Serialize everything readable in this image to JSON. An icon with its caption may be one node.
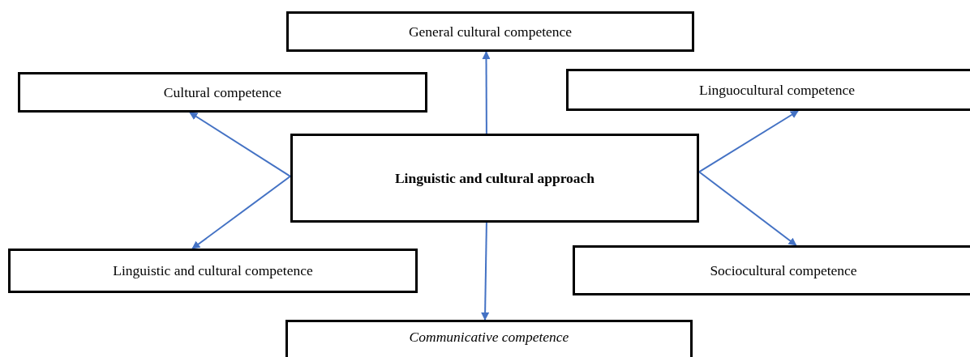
{
  "diagram": {
    "nodes": [
      {
        "text": [
          "General cultural competence"
        ]
      },
      {
        "text": [
          "Cultural competence"
        ]
      },
      {
        "text": [
          "Linguocultural competence"
        ]
      },
      {
        "text": [
          "Linguistic and cultural approach"
        ]
      },
      {
        "text": [
          "Linguistic and cultural competence"
        ]
      },
      {
        "text": [
          "Sociocultural competence"
        ]
      },
      {
        "text": [
          "Communicative competence"
        ]
      }
    ],
    "edges": [
      {
        "from": 3,
        "to": 0,
        "arrow": "to"
      },
      {
        "from": 3,
        "to": 1,
        "arrow": "to"
      },
      {
        "from": 3,
        "to": 2,
        "arrow": "to"
      },
      {
        "from": 3,
        "to": 4,
        "arrow": "to"
      },
      {
        "from": 3,
        "to": 5,
        "arrow": "to"
      },
      {
        "from": 3,
        "to": 6,
        "arrow": "to"
      }
    ]
  }
}
